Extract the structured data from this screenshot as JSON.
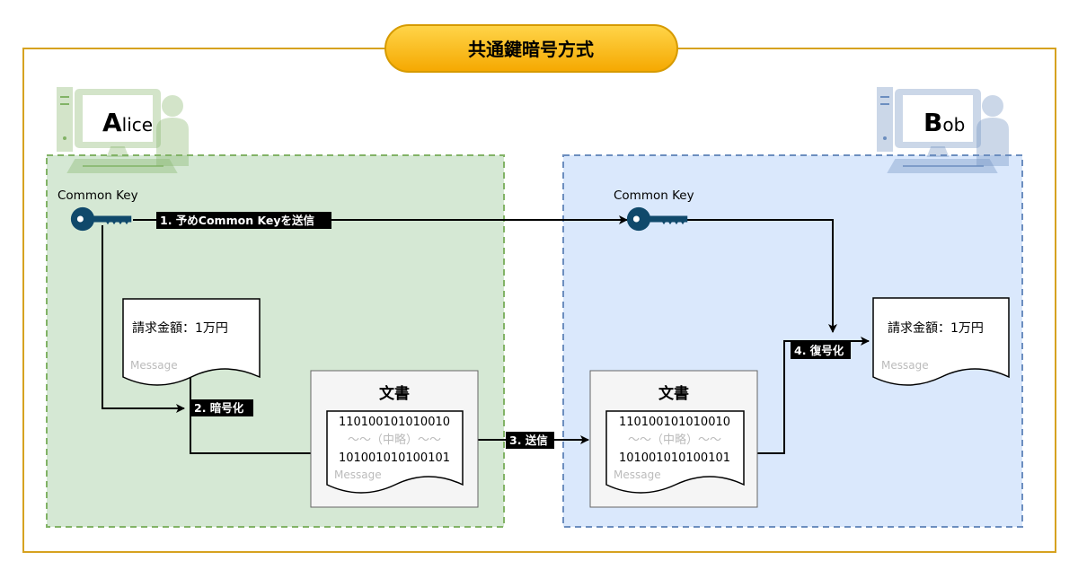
{
  "title": "共通鍵暗号方式",
  "alice": {
    "name_initial": "A",
    "name_rest": "lice",
    "key_label": "Common Key"
  },
  "bob": {
    "name_initial": "B",
    "name_rest": "ob",
    "key_label": "Common Key"
  },
  "steps": {
    "step1": "1. 予めCommon Keyを送信",
    "step2": "2. 暗号化",
    "step3": "3. 送信",
    "step4": "4. 復号化"
  },
  "plain_doc": {
    "text": "請求金額：1万円",
    "caption": "Message"
  },
  "cipher_doc": {
    "title": "文書",
    "line1": "110100101010010",
    "line2": "〜〜（中略）〜〜",
    "line3": "101001010100101",
    "caption": "Message"
  },
  "colors": {
    "frame": "#d6a220",
    "alice_zone": "#d5e8d4",
    "alice_stroke": "#82b366",
    "bob_zone": "#dae8fc",
    "bob_stroke": "#6c8ebf",
    "key": "#10496b",
    "title_fill": "#ffc000"
  },
  "icons": [
    "alice-computer-icon",
    "bob-computer-icon",
    "key-icon"
  ]
}
